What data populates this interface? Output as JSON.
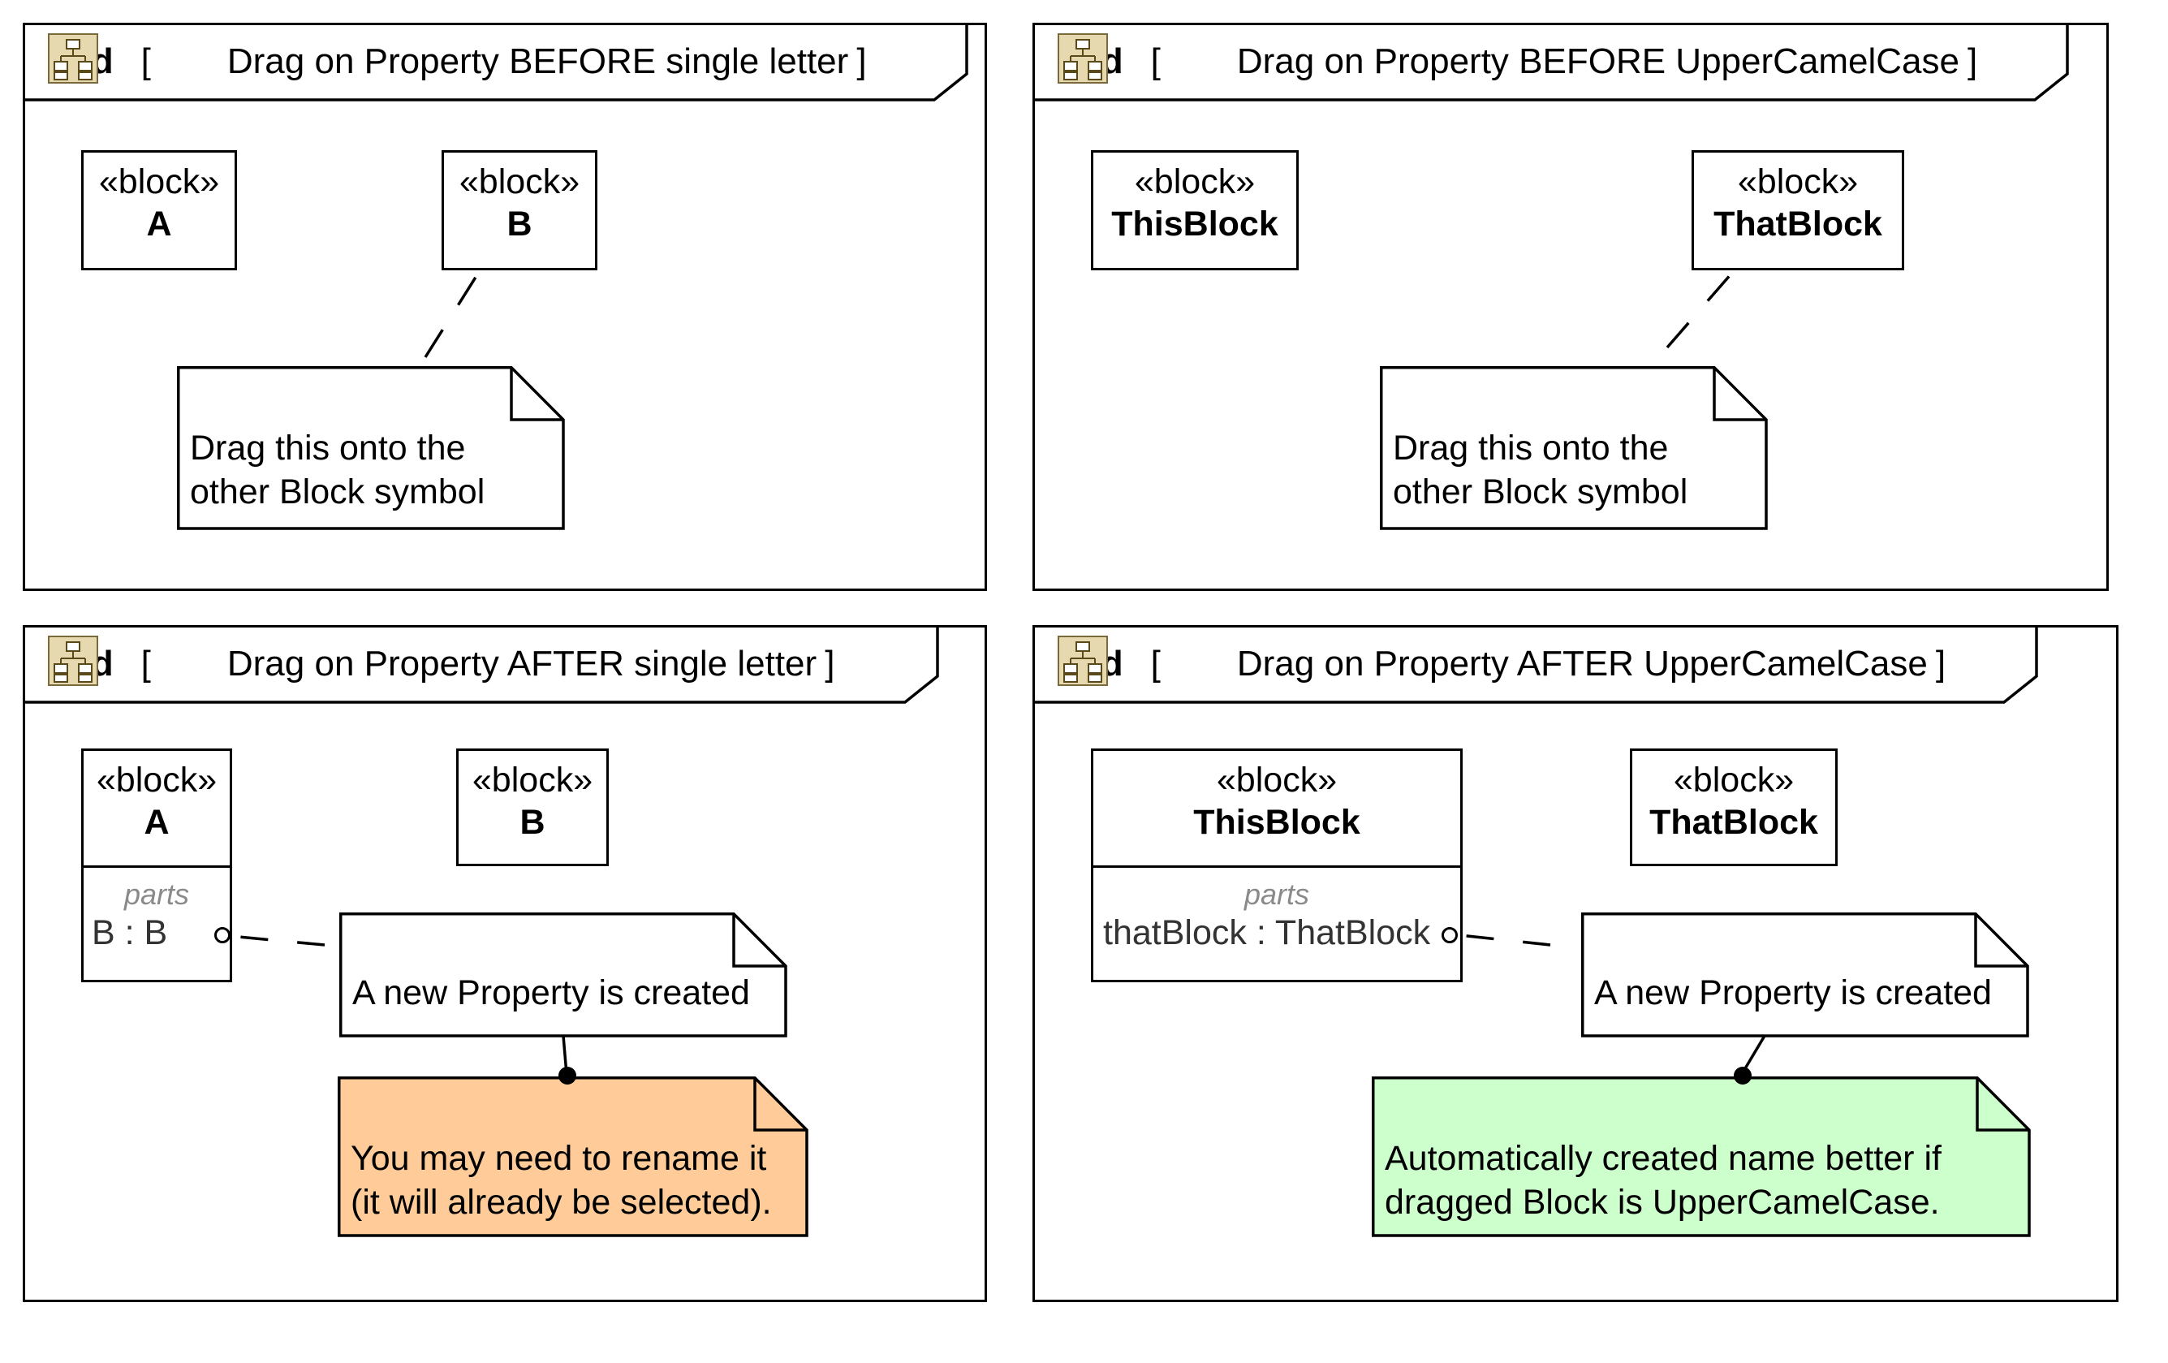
{
  "frames": {
    "tl": {
      "kind": "bdd",
      "title": "Drag on Property BEFORE single letter"
    },
    "tr": {
      "kind": "bdd",
      "title": "Drag on Property BEFORE UpperCamelCase"
    },
    "bl": {
      "kind": "bdd",
      "title": "Drag on Property AFTER single letter"
    },
    "br": {
      "kind": "bdd",
      "title": "Drag on Property AFTER UpperCamelCase"
    }
  },
  "stereotype": "«block»",
  "bracket_open": "[",
  "bracket_close": "]",
  "blocks": {
    "tl_a": "A",
    "tl_b": "B",
    "tr_this": "ThisBlock",
    "tr_that": "ThatBlock",
    "bl_a": "A",
    "bl_b": "B",
    "br_this": "ThisBlock",
    "br_that": "ThatBlock"
  },
  "compartments": {
    "bl": {
      "label": "parts",
      "item": "B : B"
    },
    "br": {
      "label": "parts",
      "item": "thatBlock : ThatBlock"
    }
  },
  "notes": {
    "tl": {
      "line1": "Drag this onto the",
      "line2": "other Block symbol"
    },
    "tr": {
      "line1": "Drag this onto the",
      "line2": "other Block symbol"
    },
    "bl": {
      "line1": "A new Property is created"
    },
    "br": {
      "line1": "A new Property is created"
    },
    "bl_tip": {
      "line1": "You may need to rename it",
      "line2": "(it will already be selected)."
    },
    "br_tip": {
      "line1": "Automatically created name better if",
      "line2": "dragged Block is UpperCamelCase."
    }
  },
  "colors": {
    "tip_orange": "#FFCC99",
    "tip_green": "#CCFFCC",
    "icon_fill": "#E6D9B0",
    "icon_stroke": "#7A6A3A"
  },
  "icons": {
    "diagram": "bdd-diagram-icon"
  }
}
